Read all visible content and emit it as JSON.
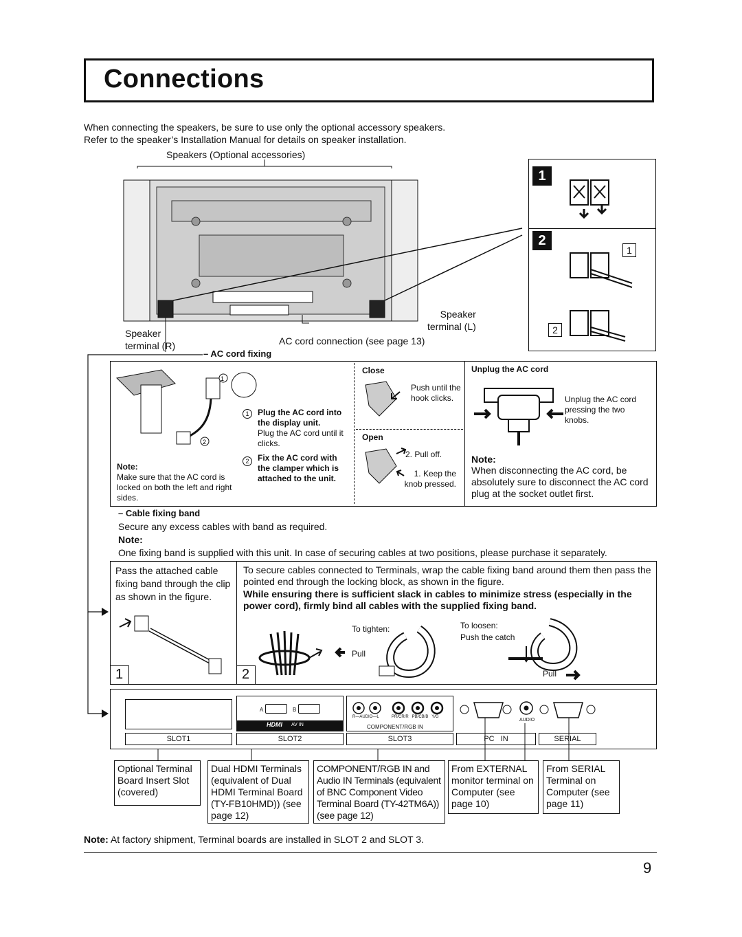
{
  "title": "Connections",
  "intro": {
    "line1": "When connecting the speakers, be sure to use only the optional accessory speakers.",
    "line2": "Refer to the speaker’s Installation Manual for details on speaker installation."
  },
  "speaker_section": {
    "speakers_label": "Speakers (Optional accessories)",
    "terminal_r": "Speaker\nterminal (R)",
    "terminal_l": "Speaker\nterminal (L)",
    "ac_cord_connection": "AC cord connection (see page 13)",
    "step1": "1",
    "step2": "2",
    "sub1": "1",
    "sub2": "2"
  },
  "ac_cord_fixing": {
    "heading": "– AC cord fixing",
    "step1_bold": "Plug the AC cord into the display unit.",
    "step1_text": "Plug the AC cord until it clicks.",
    "step2_bold": "Fix the AC cord with the clamper which is attached to the unit.",
    "note_label": "Note:",
    "note_text": "Make sure that the AC cord is locked on both the left and right sides.",
    "close_label": "Close",
    "close_text": "Push until the hook clicks.",
    "open_label": "Open",
    "open_step2": "2. Pull off.",
    "open_step1": "1. Keep the knob pressed.",
    "unplug_label": "Unplug the AC cord",
    "unplug_text": "Unplug the AC cord pressing the two knobs.",
    "unplug_note_label": "Note:",
    "unplug_note_text": "When disconnecting the AC cord, be absolutely sure to disconnect the AC cord plug at the socket outlet first."
  },
  "cable_fixing": {
    "heading": "– Cable fixing band",
    "text": "Secure any excess cables with band as required.",
    "note_label": "Note:",
    "note_text": "One fixing band is supplied with this unit. In case of securing cables at two positions, please purchase it separately.",
    "left_text": "Pass the attached cable fixing band through the clip as shown in the figure.",
    "right_text": "To secure cables connected to Terminals, wrap the cable fixing band around them then pass the pointed end through the locking block, as shown in the figure.",
    "right_bold": "While ensuring there is sufficient slack in cables to minimize stress (especially in the power cord), firmly bind all cables with the supplied fixing band.",
    "to_tighten": "To tighten:",
    "pull1": "Pull",
    "to_loosen": "To loosen:",
    "push_catch": "Push the catch",
    "pull2": "Pull",
    "fig1": "1",
    "fig2": "2"
  },
  "terminals": {
    "slot1": "SLOT1",
    "slot2": "SLOT2",
    "slot3": "SLOT3",
    "pc_in": "PC   IN",
    "serial": "SERIAL",
    "hdmi_a": "A",
    "hdmi_b": "B",
    "av_in": "AV IN",
    "component_rgb_in": "COMPONENT/RGB IN",
    "audio_small": "R—AUDIO—L",
    "pb_pr_y": "PR/CR/R   PB/CB/B   Y/G",
    "audio": "AUDIO",
    "hdmi_logo": "HDMI",
    "desc1": "Optional Terminal Board Insert Slot (covered)",
    "desc2": "Dual HDMI Terminals (equivalent of Dual HDMI Terminal Board (TY-FB10HMD)) (see page 12)",
    "desc3": "COMPONENT/RGB IN and Audio IN Terminals (equivalent of BNC Component Video Terminal Board (TY-42TM6A)) (see page 12)",
    "desc4": "From EXTERNAL monitor terminal on Computer (see page 10)",
    "desc5": "From SERIAL Terminal on Computer (see page 11)"
  },
  "footer_note_label": "Note:",
  "footer_note": " At factory shipment, Terminal boards are installed in SLOT 2 and SLOT 3.",
  "page_number": "9"
}
